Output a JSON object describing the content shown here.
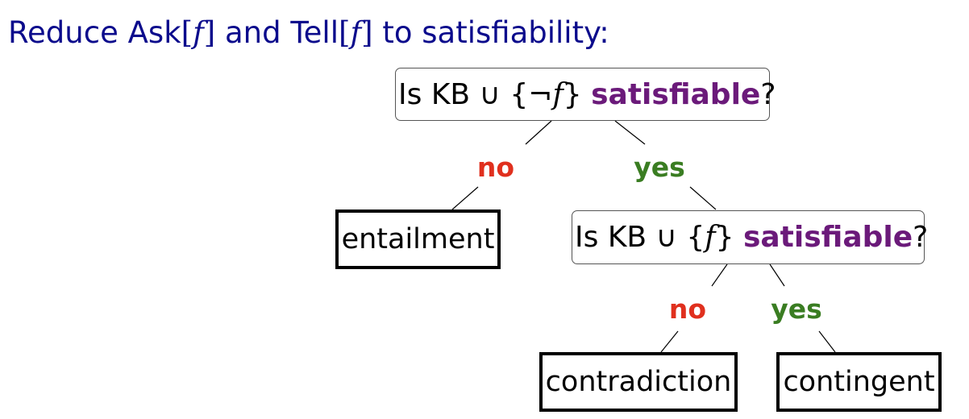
{
  "heading": {
    "prefix": "Reduce Ask",
    "ask_arg": "f",
    "middle": " and Tell",
    "tell_arg": "f",
    "suffix": " to satisfiability:"
  },
  "question1": {
    "prefix": "Is KB ∪ {¬",
    "var": "f",
    "close": "}",
    "keyword": "satisfiable",
    "end": "?"
  },
  "question2": {
    "prefix": "Is KB ∪ {",
    "var": "f",
    "close": "}",
    "keyword": "satisfiable",
    "end": "?"
  },
  "labels": {
    "no1": "no",
    "yes1": "yes",
    "no2": "no",
    "yes2": "yes"
  },
  "leaves": {
    "entailment": "entailment",
    "contradiction": "contradiction",
    "contingent": "contingent"
  },
  "colors": {
    "heading": "#0b0b8c",
    "satisfiable": "#6b1a7a",
    "no": "#e0301e",
    "yes": "#3a7d22"
  }
}
